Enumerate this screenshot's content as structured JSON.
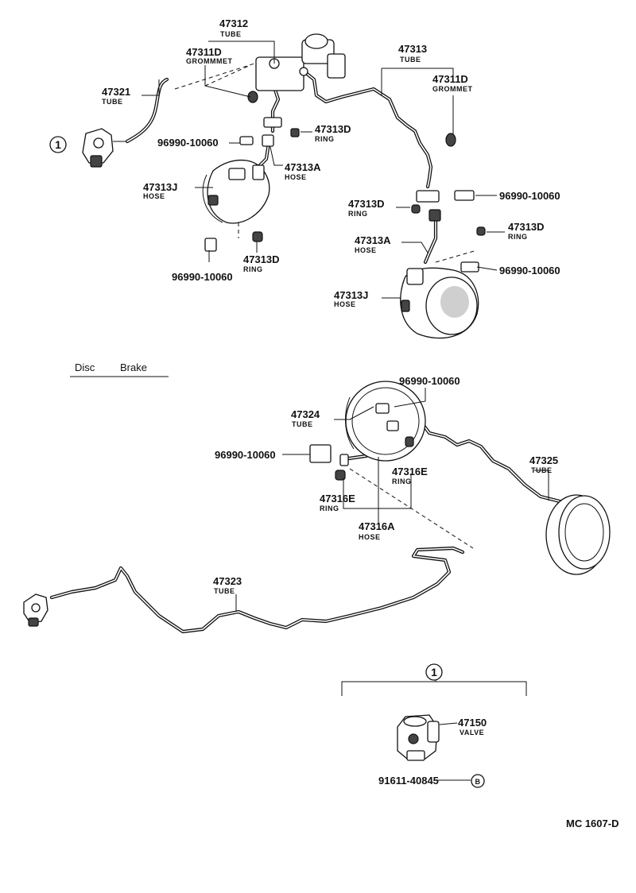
{
  "header": {
    "section_label_1": "Disc",
    "section_label_2": "Brake"
  },
  "callouts": {
    "p47312": {
      "num": "47312",
      "name": "TUBE"
    },
    "p47311D_a": {
      "num": "47311D",
      "name": "GROMMMET"
    },
    "p47321": {
      "num": "47321",
      "name": "TUBE"
    },
    "p47313": {
      "num": "47313",
      "name": "TUBE"
    },
    "p47311D_b": {
      "num": "47311D",
      "name": "GROMMET"
    },
    "p47313D_a": {
      "num": "47313D",
      "name": "RING"
    },
    "p96990_a": {
      "num": "96990-10060"
    },
    "p47313A_a": {
      "num": "47313A",
      "name": "HOSE"
    },
    "p47313J_a": {
      "num": "47313J",
      "name": "HOSE"
    },
    "p47313D_b": {
      "num": "47313D",
      "name": "RING"
    },
    "p96990_b": {
      "num": "96990-10060"
    },
    "p47313D_c": {
      "num": "47313D",
      "name": "RING"
    },
    "p96990_c": {
      "num": "96990-10060"
    },
    "p47313D_d": {
      "num": "47313D",
      "name": "RING"
    },
    "p47313A_b": {
      "num": "47313A",
      "name": "HOSE"
    },
    "p96990_d": {
      "num": "96990-10060"
    },
    "p47313J_b": {
      "num": "47313J",
      "name": "HOSE"
    },
    "p96990_e": {
      "num": "96990-10060"
    },
    "p47324": {
      "num": "47324",
      "name": "TUBE"
    },
    "p96990_f": {
      "num": "96990-10060"
    },
    "p47325": {
      "num": "47325",
      "name": "TUBE"
    },
    "p47316E_a": {
      "num": "47316E",
      "name": "RING"
    },
    "p47316E_b": {
      "num": "47316E",
      "name": "RING"
    },
    "p47316A": {
      "num": "47316A",
      "name": "HOSE"
    },
    "p47323": {
      "num": "47323",
      "name": "TUBE"
    },
    "p47150": {
      "num": "47150",
      "name": "VALVE"
    },
    "p91611": {
      "num": "91611-40845"
    }
  },
  "markers": {
    "ref_1_top": "1",
    "ref_1_legend": "1",
    "ref_b": "B"
  },
  "footer": {
    "diagram_code": "MC 1607-D"
  }
}
